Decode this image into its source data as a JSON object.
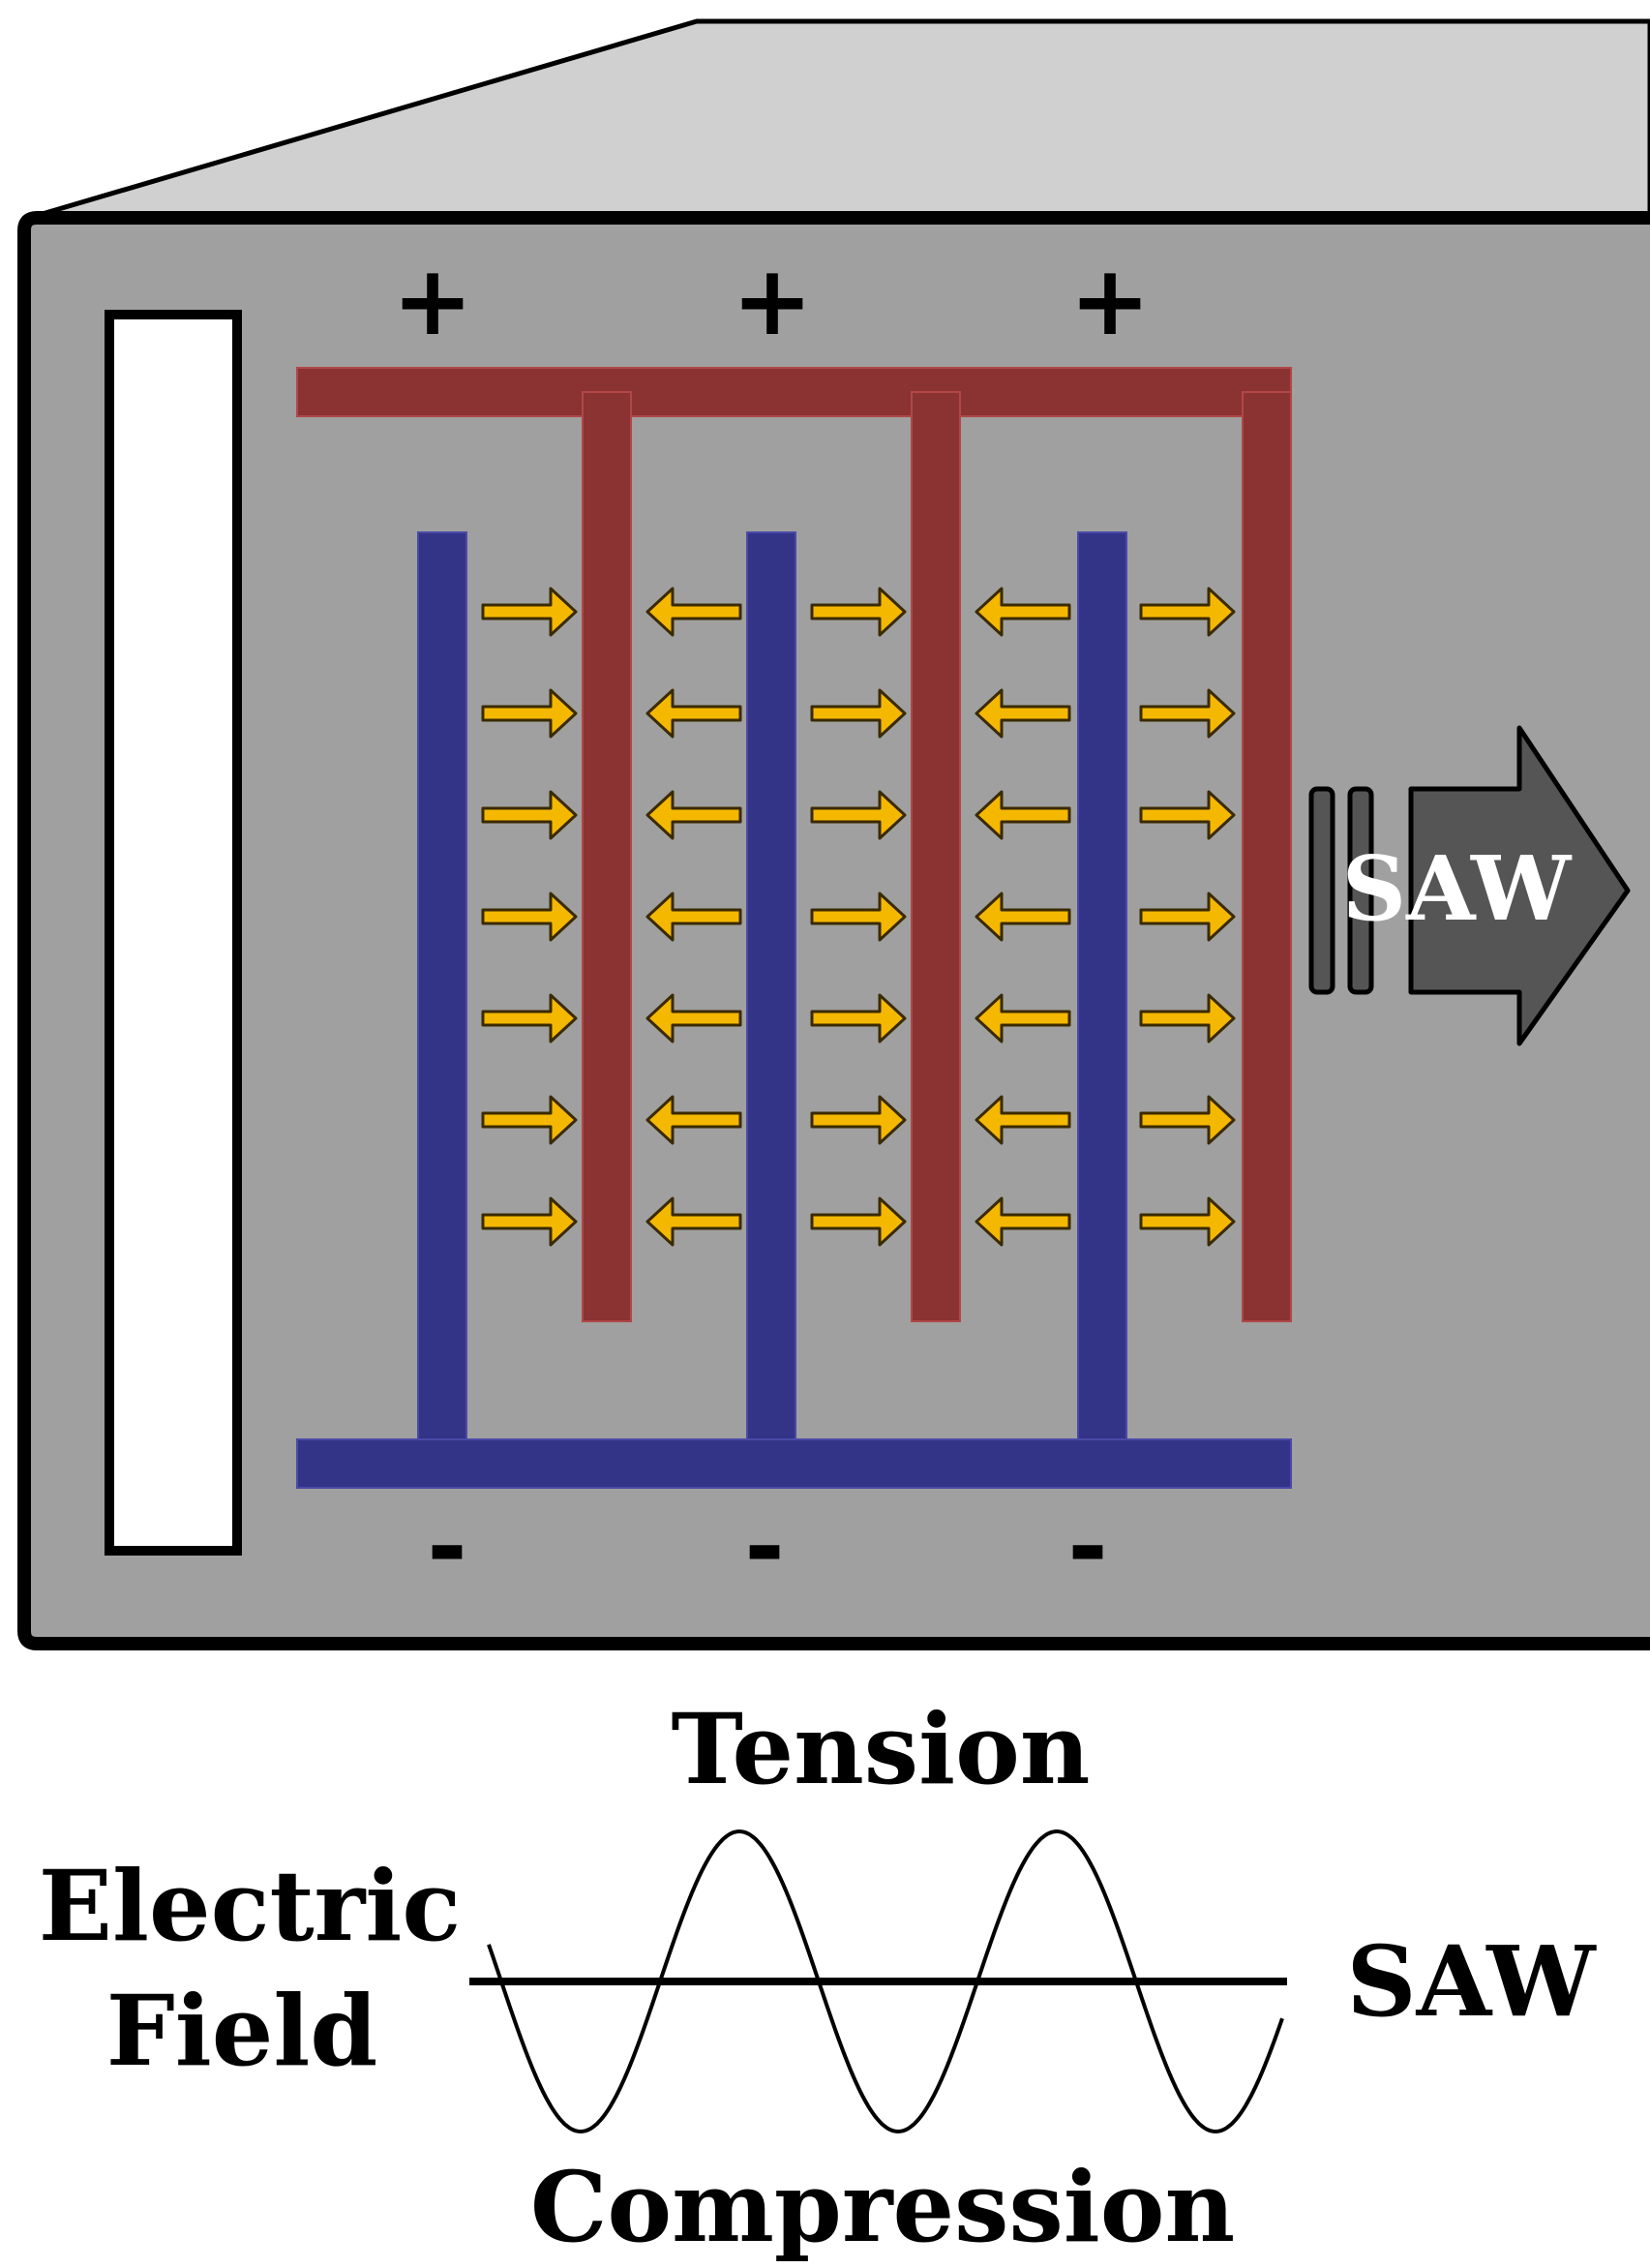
{
  "diagram": {
    "electrode_signs": {
      "positive": "+",
      "negative": "-"
    },
    "saw_arrow_label": "SAW",
    "wave": {
      "top_label": "Tension",
      "bottom_label": "Compression",
      "left_label_line1": "Electric",
      "left_label_line2": "Field",
      "right_label": "SAW"
    },
    "arrow_rows": 7,
    "arrow_directions": [
      "right",
      "left",
      "right",
      "left",
      "right"
    ]
  },
  "colors": {
    "substrate": "#a0a0a0",
    "substrate_top": "#d0d0d0",
    "positive_electrode": "#8b3232",
    "negative_electrode": "#333388",
    "field_arrow": "#f5b800",
    "saw_arrow": "#555555",
    "reflector": "#ffffff"
  }
}
